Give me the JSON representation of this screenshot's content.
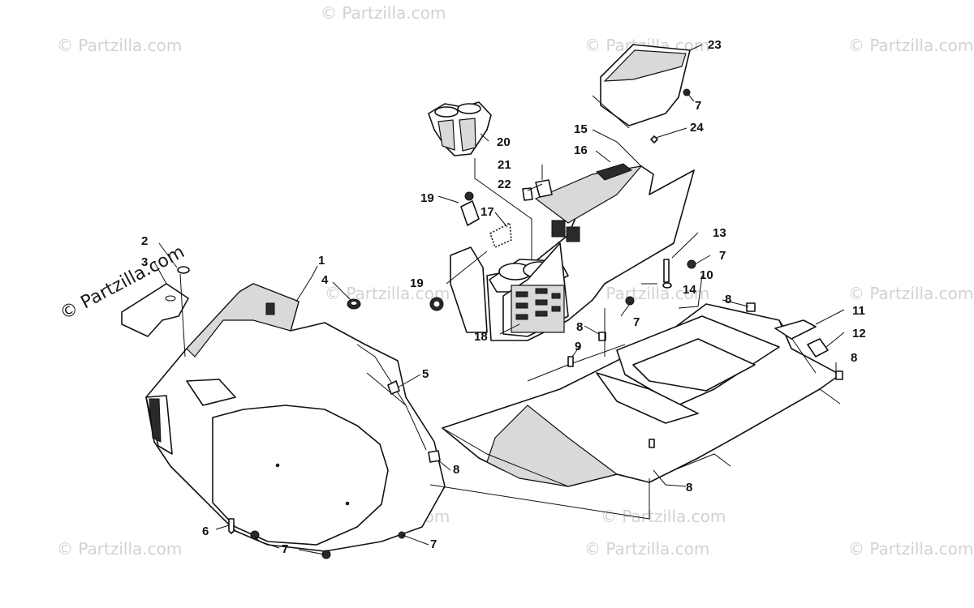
{
  "watermarks": {
    "text": "© Partzilla.com",
    "primary": "© Partzilla.com"
  },
  "callouts": [
    "1",
    "2",
    "3",
    "4",
    "5",
    "6",
    "7",
    "8",
    "9",
    "10",
    "11",
    "12",
    "13",
    "14",
    "15",
    "16",
    "17",
    "18",
    "19",
    "20",
    "21",
    "22",
    "23",
    "24"
  ]
}
